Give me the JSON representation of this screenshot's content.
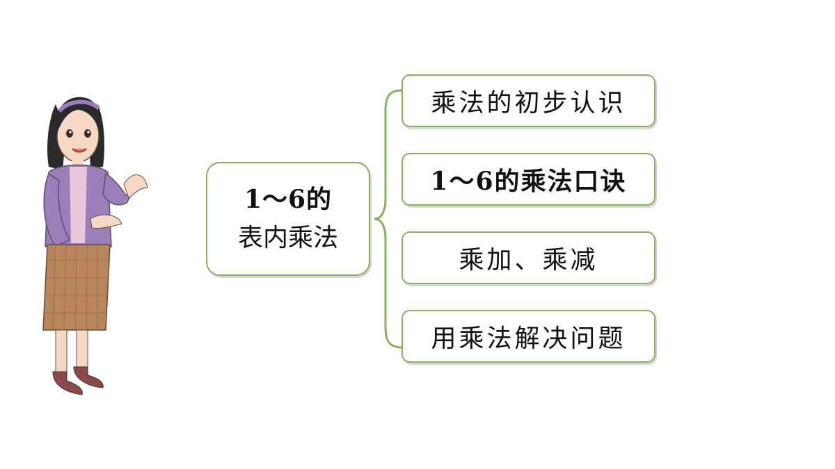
{
  "diagram": {
    "root": {
      "line1": "1～6的",
      "line2": "表内乘法"
    },
    "branches": [
      {
        "label": "乘法的初步认识"
      },
      {
        "label": "1～6的乘法口诀"
      },
      {
        "label": "乘加、乘减"
      },
      {
        "label": "用乘法解决问题"
      }
    ]
  },
  "colors": {
    "border": "#86b05a",
    "text": "#111111",
    "jacket": "#9a7fb8",
    "skirt": "#b8865a"
  }
}
